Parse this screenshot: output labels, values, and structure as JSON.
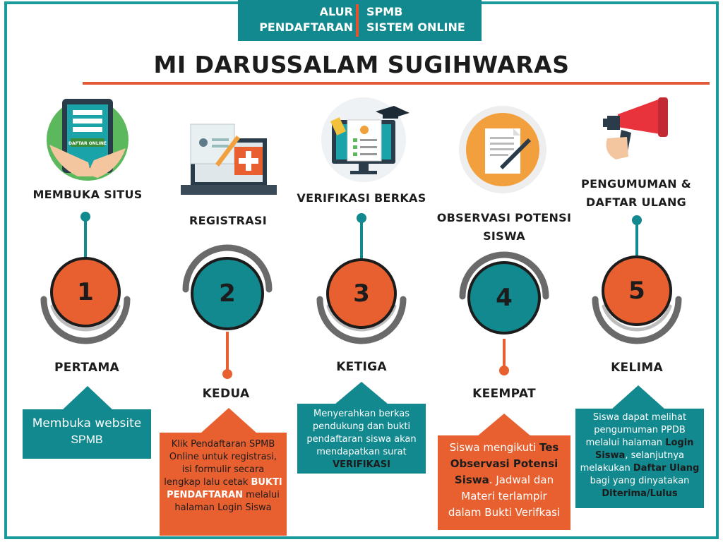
{
  "header": {
    "left_line1": "ALUR",
    "left_line2": "PENDAFTARAN",
    "right_line1": "SPMB",
    "right_line2": "SISTEM ONLINE"
  },
  "title": "MI DARUSSALAM SUGIHWARAS",
  "colors": {
    "teal": "#12888f",
    "orange": "#e8602f",
    "gray": "#6a6a6a",
    "underline": "#e25a37"
  },
  "steps": [
    {
      "title": "MEMBUKA SITUS",
      "number": "1",
      "ordinal": "PERTAMA",
      "icon": "tablet-daftar-online-icon",
      "icon_label": "DAFTAR ONLINE"
    },
    {
      "title": "REGISTRASI",
      "number": "2",
      "ordinal": "KEDUA",
      "icon": "laptop-form-icon"
    },
    {
      "title": "VERIFIKASI BERKAS",
      "number": "3",
      "ordinal": "KETIGA",
      "icon": "monitor-checklist-graduation-icon"
    },
    {
      "title_line1": "OBSERVASI POTENSI",
      "title_line2": "SISWA",
      "number": "4",
      "ordinal": "KEEMPAT",
      "icon": "document-pen-icon"
    },
    {
      "title_line1": "PENGUMUMAN &",
      "title_line2": "DAFTAR ULANG",
      "number": "5",
      "ordinal": "KELIMA",
      "icon": "megaphone-icon"
    }
  ],
  "boxes": {
    "b1": {
      "line1": "Membuka website",
      "line2": "SPMB"
    },
    "b2": {
      "t1": "Klik Pendaftaran SPMB Online untuk registrasi, isi formulir secara lengkap lalu cetak ",
      "bold": "BUKTI PENDAFTARAN",
      "t2": " melalui halaman Login Siswa"
    },
    "b3": {
      "t1": "Menyerahkan berkas pendukung dan bukti pendaftaran siswa akan mendapatkan surat ",
      "bold": "VERIFIKASI"
    },
    "b4": {
      "t1": "Siswa mengikuti ",
      "bold": "Tes Observasi Potensi Siswa",
      "t2": ". Jadwal dan Materi terlampir dalam Bukti Verifkasi"
    },
    "b5": {
      "t1": "Siswa dapat melihat pengumuman PPDB melalui halaman ",
      "bold1": "Login Siswa",
      "t2": ", selanjutnya melakukan ",
      "bold2": "Daftar Ulang",
      "t3": " bagi yang dinyatakan ",
      "bold3": "Diterima/Lulus"
    }
  }
}
